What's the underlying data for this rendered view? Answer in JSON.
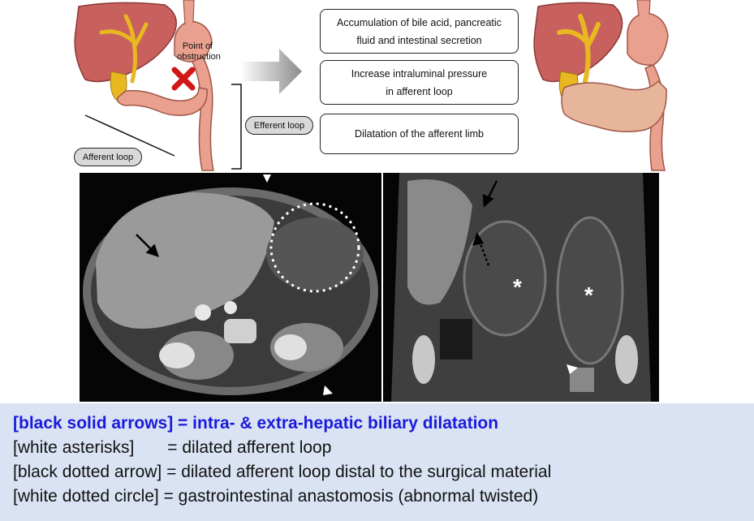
{
  "diagram": {
    "label_point_of_obstruction": [
      "Point of",
      "obstruction"
    ],
    "label_afferent_loop": "Afferent loop",
    "label_efferent_loop": "Efferent loop",
    "flow_boxes": [
      {
        "lines": [
          "Accumulation of bile acid, pancreatic",
          "fluid and intestinal secretion"
        ]
      },
      {
        "lines": [
          "Increase intraluminal pressure",
          "in afferent loop"
        ]
      },
      {
        "lines": [
          "Dilatation of the afferent limb"
        ]
      }
    ],
    "ct_annotations": {
      "asterisk": "*"
    }
  },
  "legend": {
    "lines": [
      "[black solid arrows] = intra- & extra-hepatic biliary dilatation",
      "[white asterisks]       = dilated afferent loop",
      "[black dotted arrow] = dilated afferent loop distal to the surgical material",
      "[white dotted circle] = gastrointestinal anastomosis (abnormal twisted)"
    ]
  },
  "colors": {
    "legend_bg": "#dae3f3",
    "legend_highlight": "#1a1adc",
    "liver": "#c8605e",
    "bile": "#e8b820",
    "bowel": "#e9a08e"
  }
}
